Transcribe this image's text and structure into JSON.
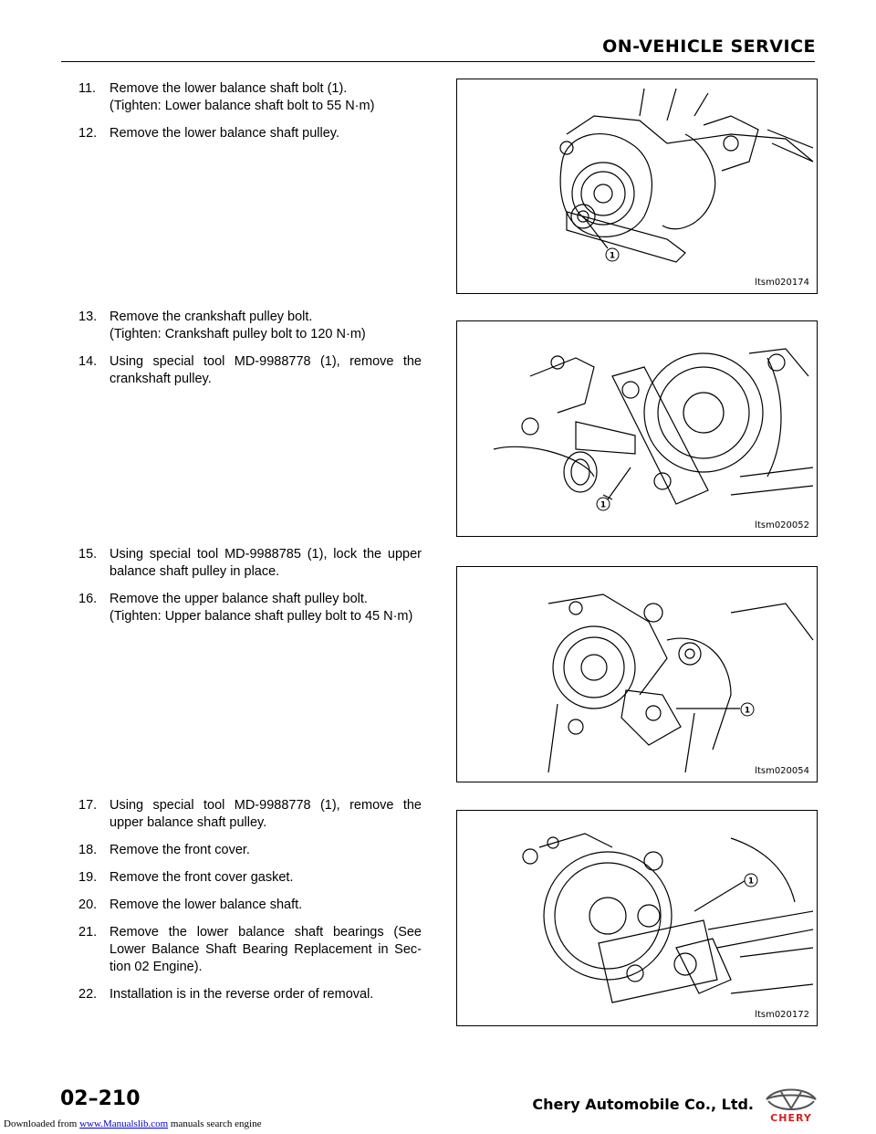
{
  "header": {
    "title": "ON-VEHICLE SERVICE"
  },
  "sections": [
    {
      "steps": [
        {
          "num": "11.",
          "text": "Remove the lower balance shaft bolt (1).",
          "sub": "(Tighten: Lower balance shaft bolt to 55 N·m)"
        },
        {
          "num": "12.",
          "text": "Remove the lower balance shaft pulley.",
          "sub": ""
        }
      ],
      "figure": {
        "caption": "ltsm020174",
        "callout": "1"
      }
    },
    {
      "steps": [
        {
          "num": "13.",
          "text": "Remove the crankshaft pulley bolt.",
          "sub": "(Tighten: Crankshaft pulley bolt to 120 N·m)"
        },
        {
          "num": "14.",
          "text": "Using special tool MD-9988778 (1), remove the crankshaft pulley.",
          "sub": ""
        }
      ],
      "figure": {
        "caption": "ltsm020052",
        "callout": "1"
      }
    },
    {
      "steps": [
        {
          "num": "15.",
          "text": "Using special tool MD-9988785 (1), lock the upper balance shaft pulley in place.",
          "sub": ""
        },
        {
          "num": "16.",
          "text": "Remove the upper balance shaft pulley bolt.",
          "sub": "(Tighten: Upper balance shaft pulley bolt to 45 N·m)"
        }
      ],
      "figure": {
        "caption": "ltsm020054",
        "callout": "1"
      }
    },
    {
      "steps": [
        {
          "num": "17.",
          "text": "Using special tool MD-9988778 (1), remove the upper balance shaft pulley.",
          "sub": ""
        },
        {
          "num": "18.",
          "text": "Remove the front cover.",
          "sub": ""
        },
        {
          "num": "19.",
          "text": "Remove the front cover gasket.",
          "sub": ""
        },
        {
          "num": "20.",
          "text": "Remove the lower balance shaft.",
          "sub": ""
        },
        {
          "num": "21.",
          "text": "Remove the lower balance shaft bearings (See Lower Balance Shaft Bearing Replacement in Sec-tion 02 Engine).",
          "sub": ""
        },
        {
          "num": "22.",
          "text": "Installation is in the reverse order of removal.",
          "sub": ""
        }
      ],
      "figure": {
        "caption": "ltsm020172",
        "callout": "1"
      }
    }
  ],
  "footer": {
    "page": "02–210",
    "company": "Chery Automobile Co., Ltd.",
    "logo_text": "CHERY",
    "logo_color": "#d42020"
  },
  "watermark": {
    "prefix": "Downloaded from ",
    "link": "www.Manualslib.com",
    "suffix": " manuals search engine"
  }
}
